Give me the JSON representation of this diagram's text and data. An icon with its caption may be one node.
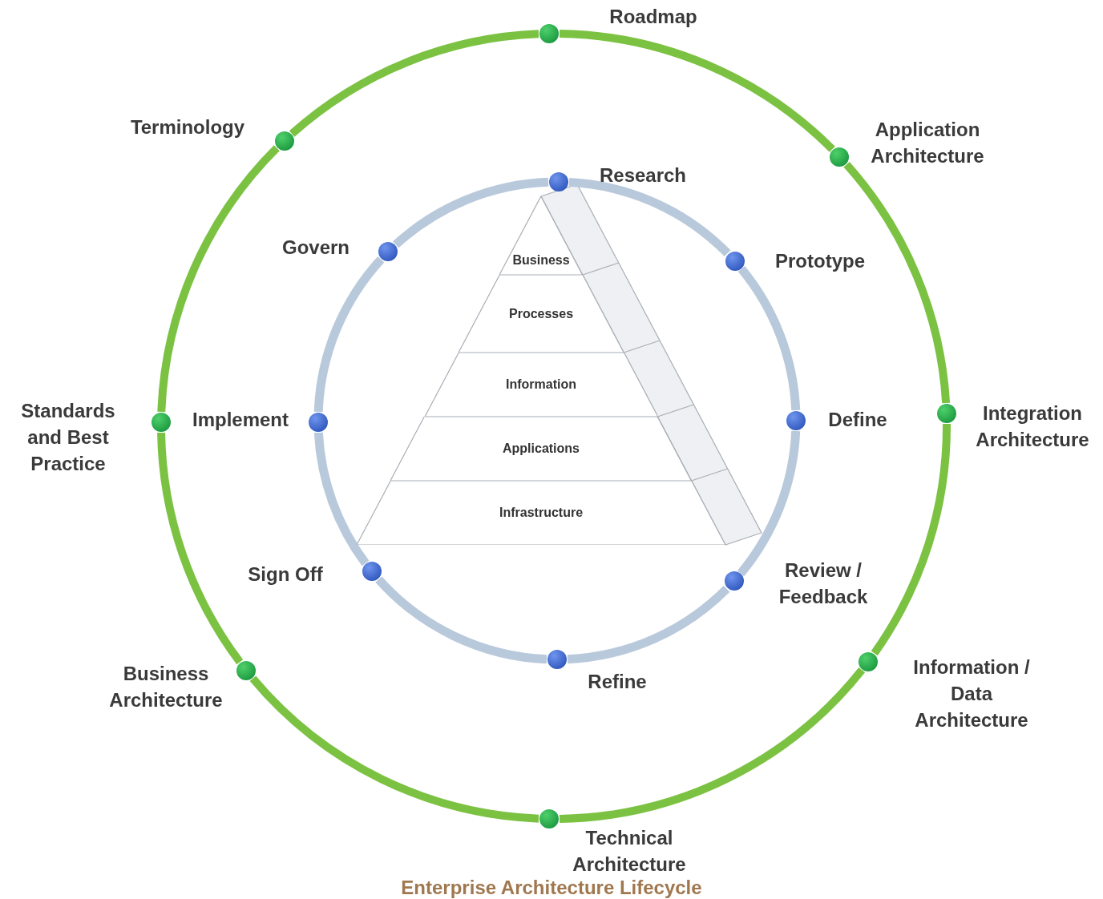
{
  "diagram": {
    "caption": "Enterprise Architecture Lifecycle",
    "nodes": [
      {
        "text": [],
        "shape": "circle",
        "beside": [
          "Roadmap"
        ]
      },
      {
        "text": [],
        "shape": "circle",
        "beside": [
          "Application Architecture"
        ]
      },
      {
        "text": [],
        "shape": "circle",
        "beside": [
          "Integration Architecture"
        ]
      },
      {
        "text": [],
        "shape": "circle",
        "beside": [
          "Information / Data Architecture"
        ]
      },
      {
        "text": [],
        "shape": "circle",
        "beside": [
          "Technical Architecture"
        ]
      },
      {
        "text": [],
        "shape": "circle",
        "beside": [
          "Business Architecture"
        ]
      },
      {
        "text": [],
        "shape": "circle",
        "beside": [
          "Standards and Best Practice"
        ]
      },
      {
        "text": [],
        "shape": "circle",
        "beside": [
          "Terminology"
        ]
      },
      {
        "text": [],
        "shape": "circle",
        "beside": [
          "Research"
        ]
      },
      {
        "text": [],
        "shape": "circle",
        "beside": [
          "Prototype"
        ]
      },
      {
        "text": [],
        "shape": "circle",
        "beside": [
          "Define"
        ]
      },
      {
        "text": [],
        "shape": "circle",
        "beside": [
          "Review / Feedback"
        ]
      },
      {
        "text": [],
        "shape": "circle",
        "beside": [
          "Refine"
        ]
      },
      {
        "text": [],
        "shape": "circle",
        "beside": [
          "Sign Off"
        ]
      },
      {
        "text": [],
        "shape": "circle",
        "beside": [
          "Implement"
        ]
      },
      {
        "text": [],
        "shape": "circle",
        "beside": [
          "Govern"
        ]
      },
      {
        "text": [
          "Business"
        ]
      },
      {
        "text": [
          "Processes"
        ]
      },
      {
        "text": [
          "Information"
        ]
      },
      {
        "text": [
          "Applications"
        ]
      },
      {
        "text": [
          "Infrastructure"
        ]
      }
    ],
    "edges": [
      {
        "from": 0,
        "to": 1,
        "arrow": "none"
      },
      {
        "from": 1,
        "to": 2,
        "arrow": "none"
      },
      {
        "from": 2,
        "to": 3,
        "arrow": "none"
      },
      {
        "from": 3,
        "to": 4,
        "arrow": "none"
      },
      {
        "from": 4,
        "to": 5,
        "arrow": "none"
      },
      {
        "from": 5,
        "to": 6,
        "arrow": "none"
      },
      {
        "from": 6,
        "to": 7,
        "arrow": "none"
      },
      {
        "from": 7,
        "to": 0,
        "arrow": "none"
      },
      {
        "from": 8,
        "to": 9,
        "arrow": "none",
        "color": "#b9c9dc"
      },
      {
        "from": 9,
        "to": 10,
        "arrow": "none",
        "color": "#b9c9dc"
      },
      {
        "from": 10,
        "to": 11,
        "arrow": "none",
        "color": "#b9c9dc"
      },
      {
        "from": 11,
        "to": 12,
        "arrow": "none",
        "color": "#b9c9dc"
      },
      {
        "from": 12,
        "to": 13,
        "arrow": "none",
        "color": "#b9c9dc"
      },
      {
        "from": 13,
        "to": 14,
        "arrow": "none",
        "color": "#b9c9dc"
      },
      {
        "from": 14,
        "to": 15,
        "arrow": "none",
        "color": "#b9c9dc"
      },
      {
        "from": 15,
        "to": 8,
        "arrow": "none",
        "color": "#b9c9dc"
      }
    ]
  }
}
